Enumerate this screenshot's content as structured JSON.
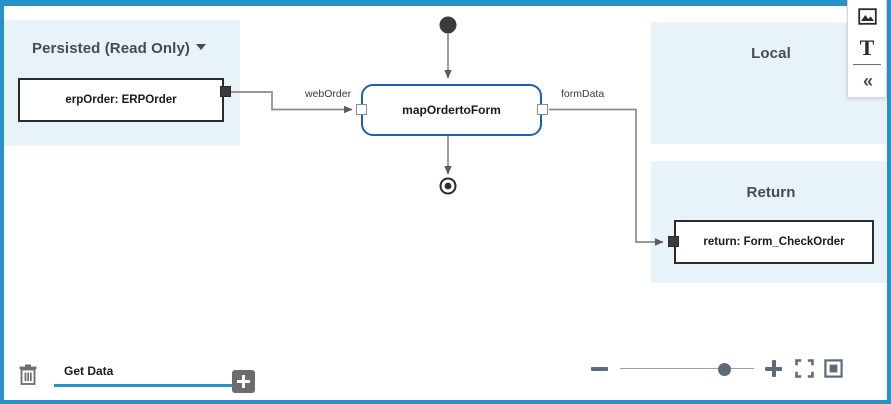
{
  "window": {
    "accent_color": "#2891c8",
    "canvas_bg": "#ffffff"
  },
  "panels": [
    {
      "id": "persisted",
      "title": "Persisted (Read Only)",
      "has_dropdown": true,
      "bg": "#e8f2f9"
    },
    {
      "id": "local",
      "title": "Local",
      "has_dropdown": false,
      "bg": "#e8f2f9"
    },
    {
      "id": "return",
      "title": "Return",
      "has_dropdown": false,
      "bg": "#e8f2f9"
    }
  ],
  "nodes": {
    "erp_order": {
      "label": "erpOrder: ERPOrder",
      "type": "data-object",
      "border_color": "#2b2b2b"
    },
    "map_order": {
      "label": "mapOrdertoForm",
      "type": "activity",
      "border_color": "#1a5fb4"
    },
    "return_object": {
      "label": "return: Form_CheckOrder",
      "type": "data-object",
      "border_color": "#2b2b2b"
    },
    "start_node": {
      "type": "initial-state",
      "icon": "filled-circle-icon"
    },
    "end_node": {
      "type": "final-state",
      "icon": "target-circle-icon"
    }
  },
  "edges": [
    {
      "id": "web-order",
      "label": "webOrder",
      "from": "erp_order",
      "to": "map_order"
    },
    {
      "id": "form-data",
      "label": "formData",
      "from": "map_order",
      "to": "return_object"
    },
    {
      "id": "flow-in",
      "label": "",
      "from": "start_node",
      "to": "map_order"
    },
    {
      "id": "flow-out",
      "label": "",
      "from": "map_order",
      "to": "end_node"
    }
  ],
  "bottom_bar": {
    "delete_icon": "trash-icon",
    "tab_label": "Get Data",
    "add_icon": "plus-icon",
    "tab_underline_color": "#2891c8"
  },
  "zoom_controls": {
    "zoom_out_icon": "minus-icon",
    "zoom_in_icon": "plus-icon",
    "fit_icon": "fullscreen-icon",
    "actual_size_icon": "fit-to-frame-icon",
    "slider_position_percent": 73
  },
  "right_toolbar": {
    "items": [
      {
        "icon": "image-icon",
        "label": ""
      },
      {
        "icon": "text-icon",
        "label": "T"
      },
      {
        "icon": "collapse-chevrons-icon",
        "label": "«"
      }
    ]
  }
}
